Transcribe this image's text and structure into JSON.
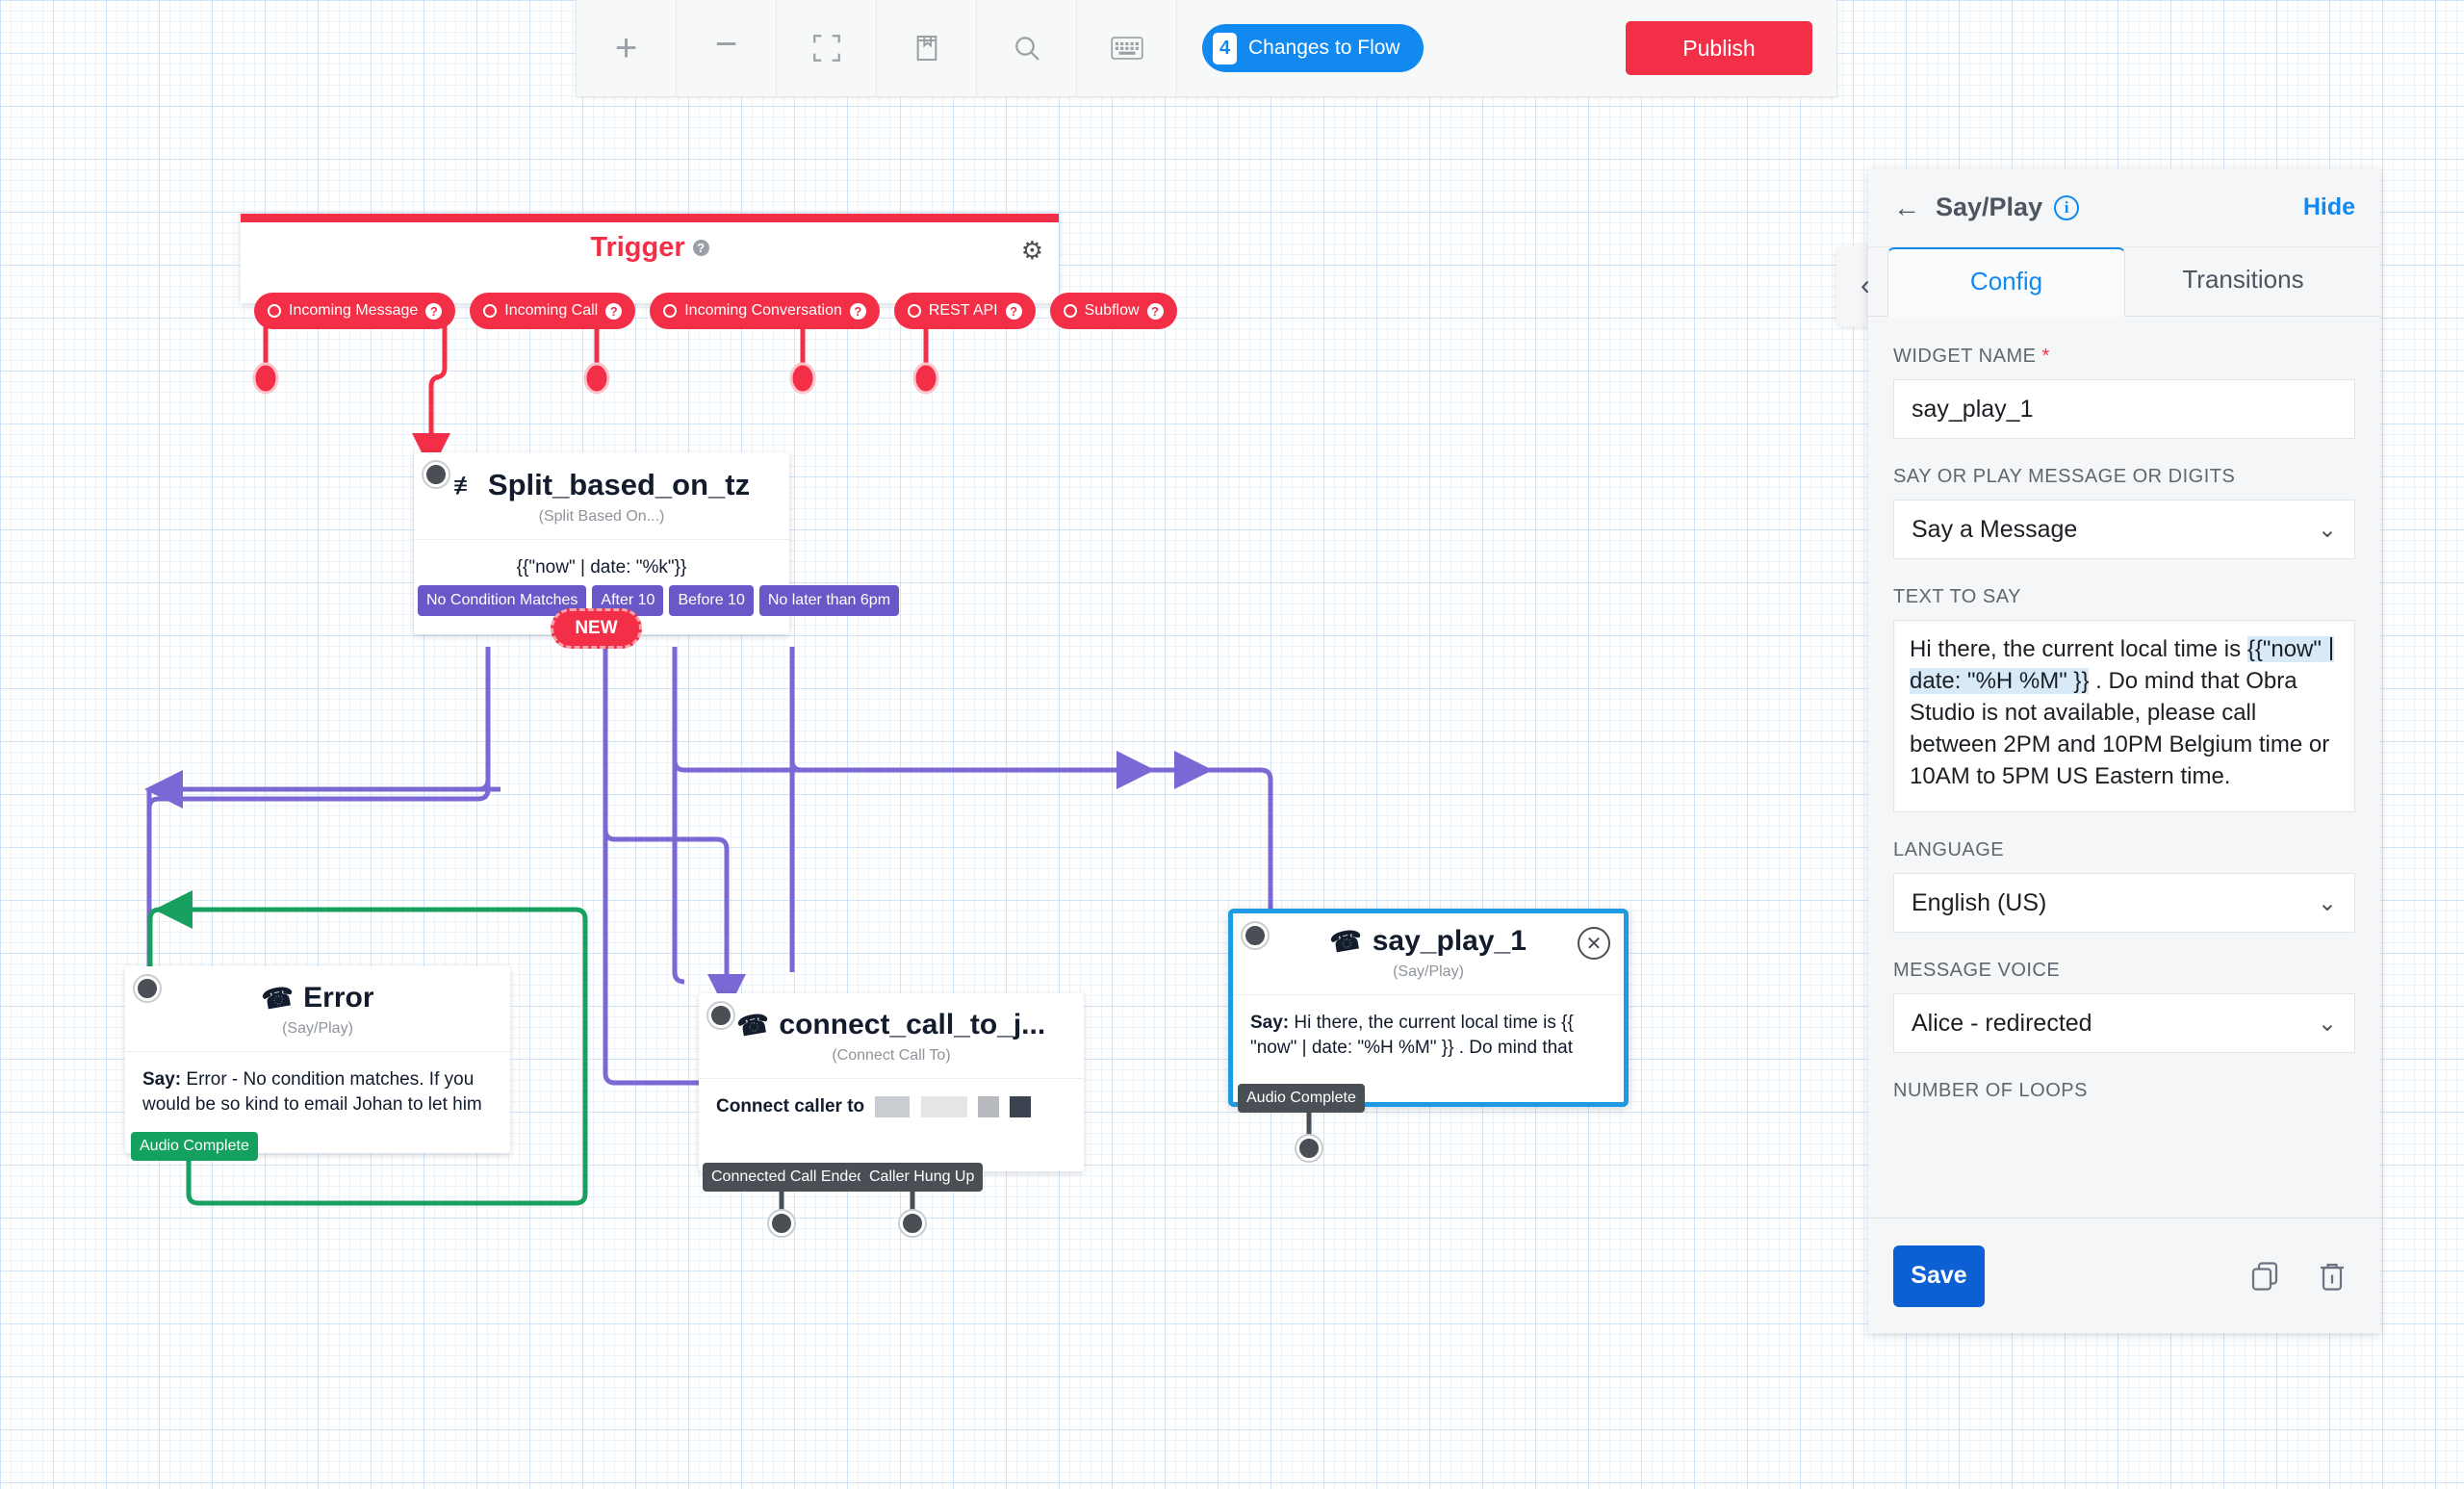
{
  "toolbar": {
    "zoom_in": "+",
    "zoom_out": "−",
    "fit_label": "fit-to-screen",
    "library_label": "widget-library",
    "search_label": "search",
    "keyboard_label": "keyboard-shortcuts",
    "changes_count": "4",
    "changes_label": "Changes to Flow",
    "publish_label": "Publish",
    "accent_blue": "#1289ef",
    "accent_red": "#f22f46"
  },
  "canvas": {
    "trigger": {
      "title": "Trigger",
      "pills": [
        {
          "label": "Incoming Message"
        },
        {
          "label": "Incoming Call"
        },
        {
          "label": "Incoming Conversation"
        },
        {
          "label": "REST API"
        },
        {
          "label": "Subflow"
        }
      ]
    },
    "split": {
      "title": "Split_based_on_tz",
      "subtitle": "(Split Based On...)",
      "expression": "{{\"now\" | date: \"%k\"}}",
      "conditions": [
        "No Condition Matches",
        "After 10",
        "Before 10",
        "No later than 6pm"
      ],
      "new_label": "NEW"
    },
    "error_node": {
      "title": "Error",
      "subtitle": "(Say/Play)",
      "say_prefix": "Say:",
      "say_text": "Error - No condition matches. If you would be so kind to email Johan to let him",
      "transition": "Audio Complete"
    },
    "connect_node": {
      "title": "connect_call_to_j...",
      "subtitle": "(Connect Call To)",
      "body_label": "Connect caller to",
      "transitions": [
        "Connected Call Ended",
        "Caller Hung Up"
      ]
    },
    "say_node": {
      "title": "say_play_1",
      "subtitle": "(Say/Play)",
      "say_prefix": "Say:",
      "say_text": "Hi there, the current local time is {{ \"now\" | date: \"%H %M\" }} . Do mind that",
      "transition": "Audio Complete"
    }
  },
  "panel": {
    "back_label": "back",
    "title": "Say/Play",
    "hide_label": "Hide",
    "tabs": [
      {
        "label": "Config",
        "active": true
      },
      {
        "label": "Transitions",
        "active": false
      }
    ],
    "widget_name_label": "WIDGET NAME",
    "widget_name_value": "say_play_1",
    "say_or_play_label": "SAY OR PLAY MESSAGE OR DIGITS",
    "say_or_play_value": "Say a Message",
    "text_to_say_label": "TEXT TO SAY",
    "text_to_say": {
      "part1": "Hi there, the current local time is ",
      "liquid_open": "{{",
      "liquid_a": "\"now\" ",
      "liquid_b": " date: \"%H %M\" }}",
      "part2": " . Do mind that Obra Studio is not available, please call between 2PM and 10PM Belgium time or 10AM to 5PM US Eastern time."
    },
    "language_label": "LANGUAGE",
    "language_value": "English (US)",
    "voice_label": "MESSAGE VOICE",
    "voice_value": "Alice - redirected",
    "loops_label": "NUMBER OF LOOPS",
    "save_label": "Save",
    "duplicate_label": "duplicate-widget",
    "delete_label": "delete-widget"
  }
}
